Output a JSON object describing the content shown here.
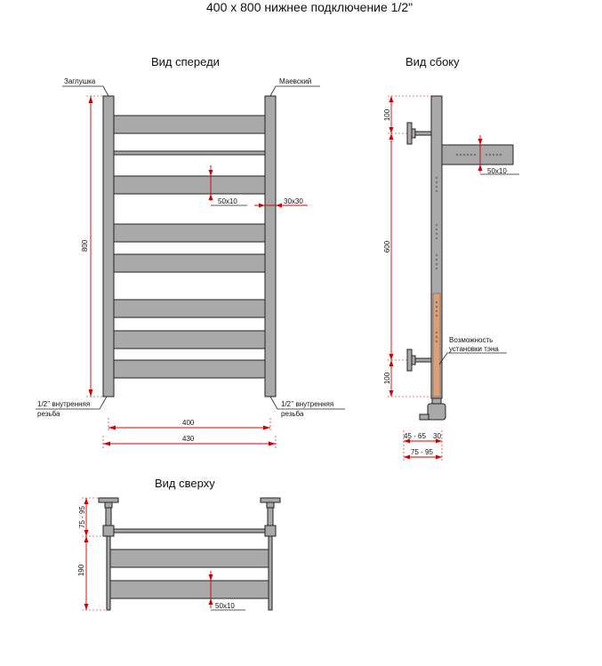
{
  "title": "400 x 800 нижнее подключение 1/2\"",
  "views": {
    "front": "Вид спереди",
    "side": "Вид сбоку",
    "top": "Вид сверху"
  },
  "labels": {
    "plug": "Заглушка",
    "mayevsky": "Маевский",
    "thread_left_1": "1/2’’ внутренняя",
    "thread_left_2": "резьба",
    "thread_right": "1/2’’ внутренняя",
    "thread_right_2": "резьба",
    "heater_1": "Возможность",
    "heater_2": "установки тэна"
  },
  "dimensions": {
    "height_800": "800",
    "width_400": "400",
    "width_430": "430",
    "bar_front": "50x10",
    "pipe_front": "30x30",
    "side_top_100": "100",
    "side_600": "600",
    "side_bottom_100": "100",
    "bar_side": "50x10",
    "side_offset": "45 - 65",
    "side_30": "30",
    "side_75_95": "75 - 95",
    "top_75_95": "75 - 95",
    "top_190": "190",
    "bar_top": "50x10"
  },
  "colors": {
    "metal": "#a9a9a9",
    "outline": "#222222",
    "dim_red": "#d40000",
    "heater": "#d9a07a"
  }
}
